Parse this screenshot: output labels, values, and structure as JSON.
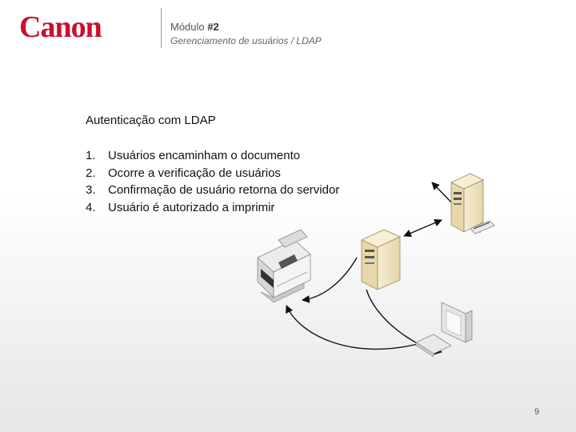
{
  "header": {
    "logo": "Canon",
    "module_label": "Módulo",
    "module_number": "#2",
    "subtitle": "Gerenciamento de usuários / LDAP"
  },
  "content": {
    "heading": "Autenticação com LDAP",
    "steps": [
      {
        "num": "1.",
        "text": "Usuários encaminham o documento"
      },
      {
        "num": "2.",
        "text": "Ocorre a verificação de usuários"
      },
      {
        "num": "3.",
        "text": "Confirmação de usuário retorna do servidor"
      },
      {
        "num": "4.",
        "text": "Usuário é autorizado a imprimir"
      }
    ]
  },
  "diagram": {
    "icons": [
      "printer-icon",
      "print-server-icon",
      "ldap-server-icon",
      "workstation-icon"
    ]
  },
  "footer": {
    "page_number": "9"
  },
  "colors": {
    "brand_red": "#c8102e",
    "server_beige": "#efe3c3"
  }
}
